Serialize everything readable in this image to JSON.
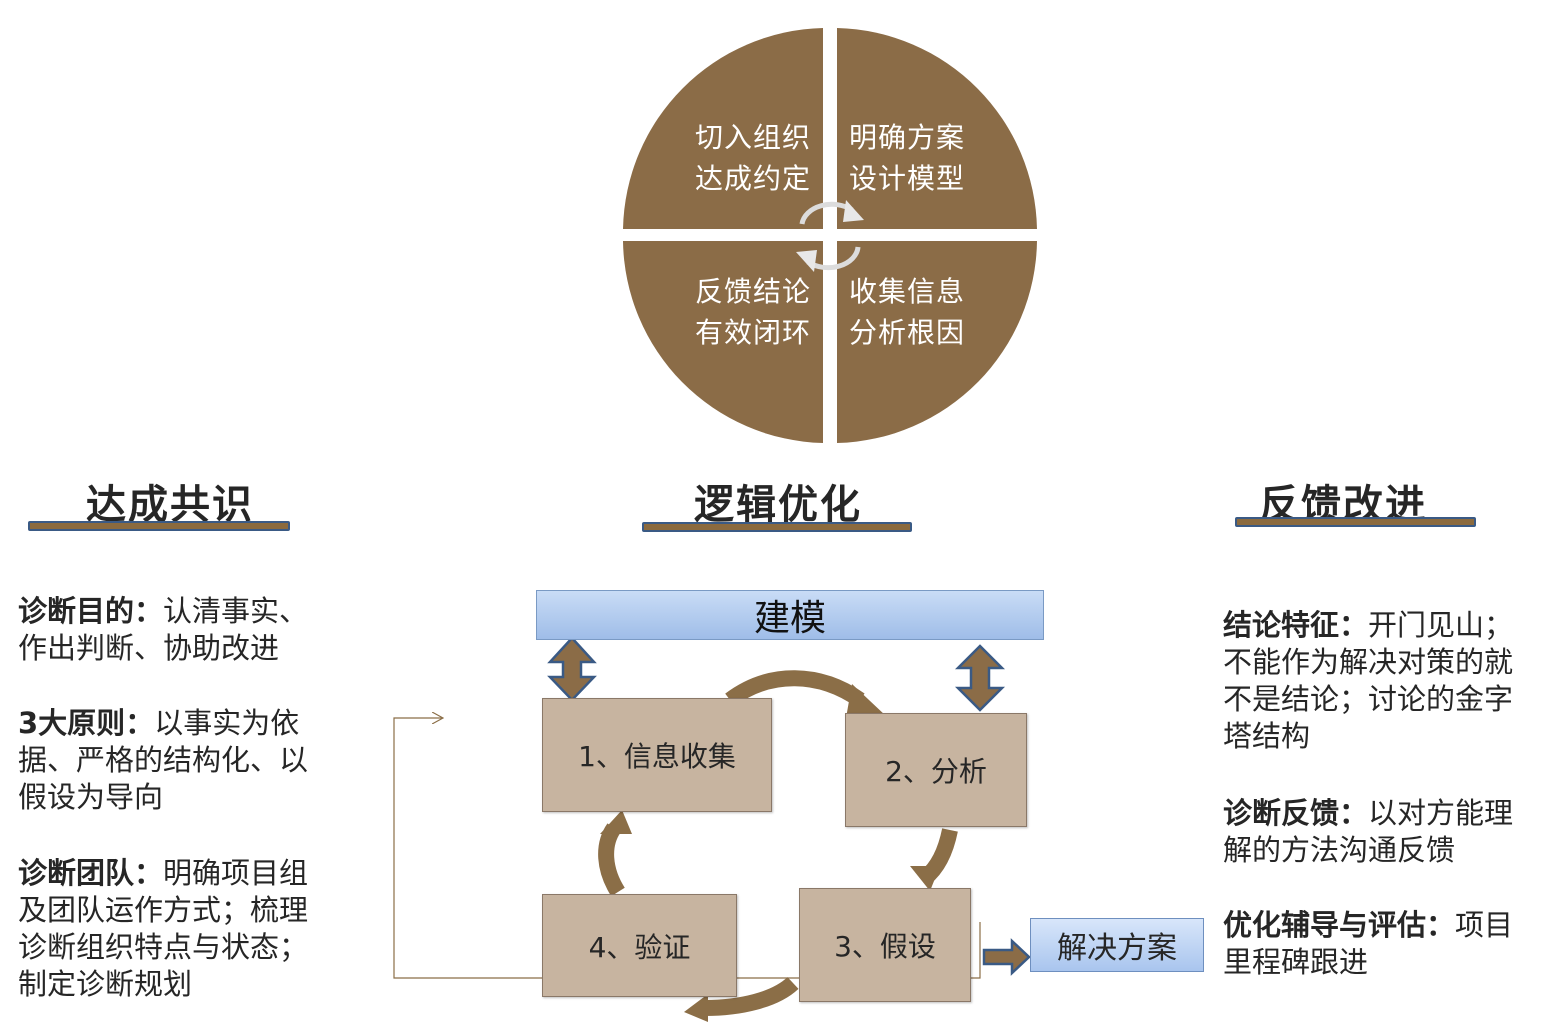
{
  "colors": {
    "quadrant": "#8b6c47",
    "process_box": "#c7b4a0",
    "arrow": "#8b6e47",
    "model_bar": "#b7cef0",
    "title_underline": "#8b6a3e",
    "underline_border": "#3a5a85",
    "double_arrow": "#3a5a85"
  },
  "circle": {
    "top_left": [
      "切入组织",
      "达成约定"
    ],
    "top_right": [
      "明确方案",
      "设计模型"
    ],
    "bottom_left": [
      "反馈结论",
      "有效闭环"
    ],
    "bottom_right": [
      "收集信息",
      "分析根因"
    ]
  },
  "columns": {
    "left": {
      "title": "达成共识",
      "items": [
        {
          "label": "诊断目的：",
          "line1": "认清事实、",
          "line2": "作出判断、协助改进"
        },
        {
          "label": "3大原则：",
          "line1": "以事实为依",
          "line2": "据、严格的结构化、以",
          "line3": "假设为导向"
        },
        {
          "label": "诊断团队：",
          "line1": "明确项目组",
          "line2": "及团队运作方式；梳理",
          "line3": "诊断组织特点与状态；",
          "line4": "制定诊断规划"
        }
      ]
    },
    "center": {
      "title": "逻辑优化"
    },
    "right": {
      "title": "反馈改进",
      "items": [
        {
          "label": "结论特征：",
          "line1": "开门见山；",
          "line2": "不能作为解决对策的就",
          "line3": "不是结论；讨论的金字",
          "line4": "塔结构"
        },
        {
          "label": "诊断反馈：",
          "line1": "以对方能理",
          "line2": "解的方法沟通反馈"
        },
        {
          "label": "优化辅导与评估：",
          "line1": "项目",
          "line2": "里程碑跟进"
        }
      ]
    }
  },
  "process": {
    "model": "建模",
    "steps": [
      "1、信息收集",
      "2、分析",
      "3、假设",
      "4、验证"
    ],
    "solution": "解决方案"
  }
}
